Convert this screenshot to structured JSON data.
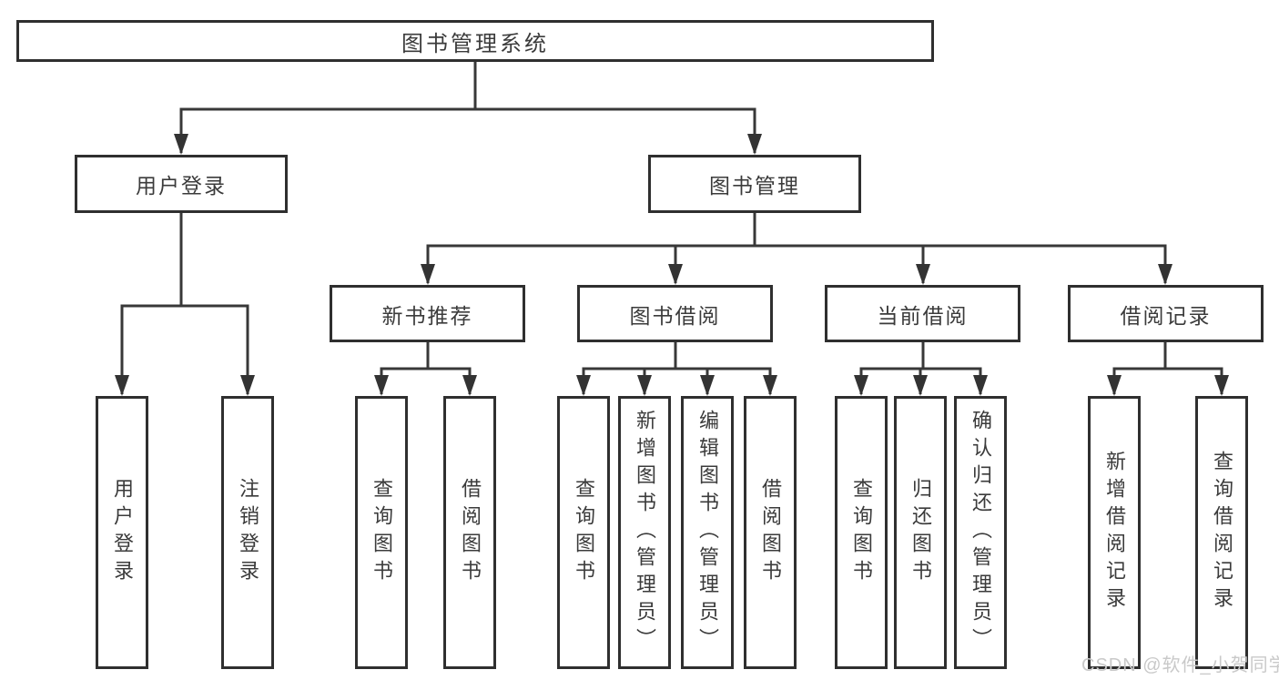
{
  "diagram": {
    "title": "图书管理系统",
    "branches": [
      {
        "label": "用户登录",
        "children": [
          {
            "label": "用户登录"
          },
          {
            "label": "注销登录"
          }
        ]
      },
      {
        "label": "图书管理",
        "children": [
          {
            "label": "新书推荐",
            "children": [
              {
                "label": "查询图书"
              },
              {
                "label": "借阅图书"
              }
            ]
          },
          {
            "label": "图书借阅",
            "children": [
              {
                "label": "查询图书"
              },
              {
                "label": "新增图书（管理员）"
              },
              {
                "label": "编辑图书（管理员）"
              },
              {
                "label": "借阅图书"
              }
            ]
          },
          {
            "label": "当前借阅",
            "children": [
              {
                "label": "查询图书"
              },
              {
                "label": "归还图书"
              },
              {
                "label": "确认归还（管理员）"
              }
            ]
          },
          {
            "label": "借阅记录",
            "children": [
              {
                "label": "新增借阅记录"
              },
              {
                "label": "查询借阅记录"
              }
            ]
          }
        ]
      }
    ]
  },
  "watermark": {
    "text": "CSDN @软件_小贺同学"
  },
  "colors": {
    "line": "#383838",
    "arrow": "#333333",
    "box_border": "#2f2f2f",
    "text": "#3b3b3b",
    "watermark": "#c9c9c9",
    "background": "#ffffff"
  }
}
